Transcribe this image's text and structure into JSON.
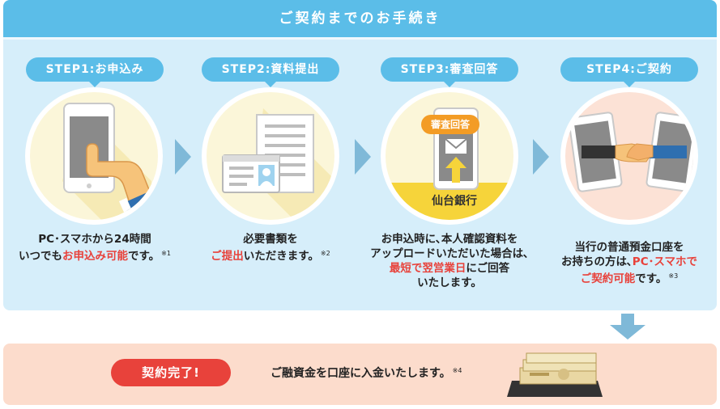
{
  "header": {
    "title": "ご契約までのお手続き"
  },
  "steps": [
    {
      "label": "STEP1:お申込み",
      "line1": "PC･スマホから24時間",
      "line2_a": "いつでも",
      "line2_red": "お申込み可能",
      "line2_b": "です。",
      "note": "※1"
    },
    {
      "label": "STEP2:資料提出",
      "line1": "必要書類を",
      "line2_red": "ご提出",
      "line2_b": "いただきます。",
      "note": "※2"
    },
    {
      "label": "STEP3:審査回答",
      "badge": "審査回答",
      "bank": "仙台銀行",
      "line1": "お申込時に､本人確認資料を",
      "line2": "アップロードいただいた場合は､",
      "line3_red": "最短で翌営業日",
      "line3_b": "にご回答",
      "line4": "いたします。"
    },
    {
      "label": "STEP4:ご契約",
      "line1": "当行の普通預金口座を",
      "line2_a": "お持ちの方は､",
      "line2_red": "PC･スマホで",
      "line3_red": "ご契約可能",
      "line3_b": "です。",
      "note": "※3"
    }
  ],
  "completion": {
    "label": "契約完了!",
    "text": "ご融資金を口座に入金いたします。",
    "note": "※4"
  },
  "colors": {
    "accent": "#5bbde8",
    "panel": "#d6eefa",
    "red": "#e8423b",
    "bottom": "#fcdccc"
  }
}
